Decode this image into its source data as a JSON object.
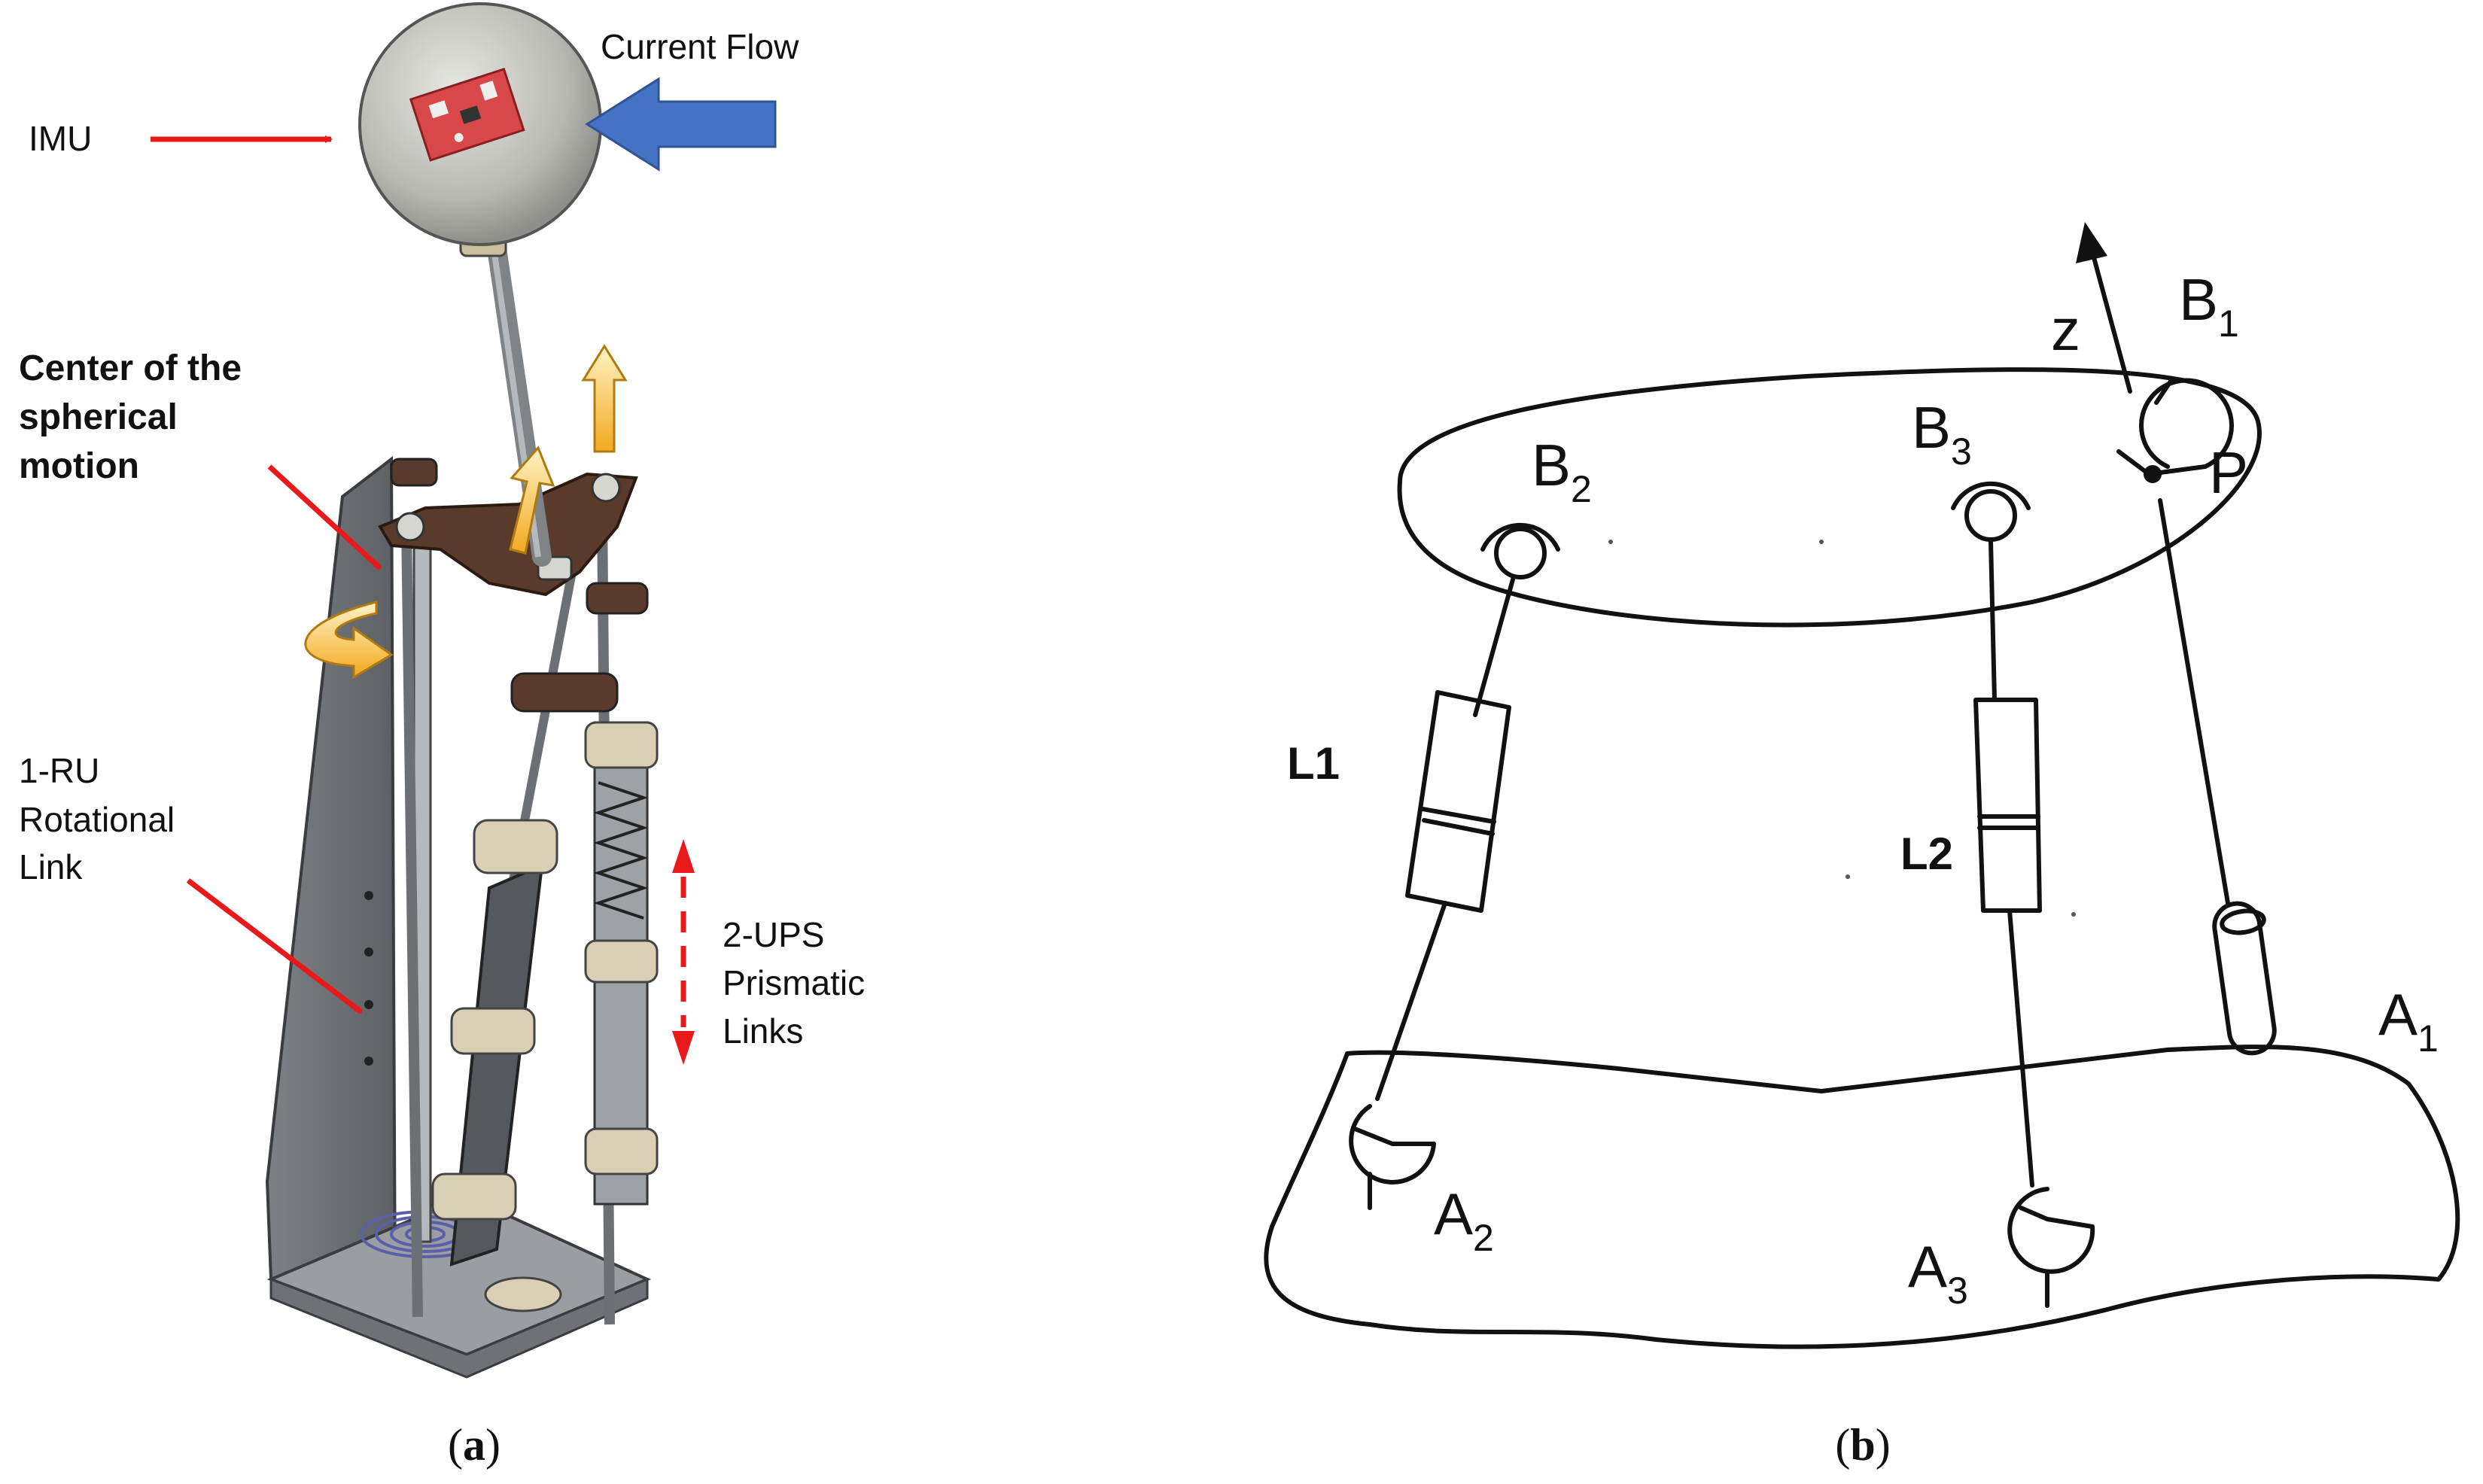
{
  "panel_a": {
    "labels": {
      "imu": "IMU",
      "current_flow": "Current Flow",
      "center_line1": "Center of the",
      "center_line2": "spherical",
      "center_line3": "motion",
      "ru_line1": "1-RU",
      "ru_line2": "Rotational",
      "ru_line3": "Link",
      "ups_line1": "2-UPS",
      "ups_line2": "Prismatic",
      "ups_line3": "Links"
    },
    "caption": {
      "open": "(",
      "letter": "a",
      "close": ")"
    },
    "colors": {
      "annotation_arrow": "#e8191a",
      "flow_arrow": "#4472c4",
      "motion_arrow": "#f5b631",
      "plate": "#5a3a2a",
      "frame": "#808386",
      "sphere": "#c7c7c2"
    }
  },
  "panel_b": {
    "labels": {
      "z": "z",
      "b1": "B",
      "b1_sub": "1",
      "b2": "B",
      "b2_sub": "2",
      "b3": "B",
      "b3_sub": "3",
      "p": "P",
      "l1": "L1",
      "l2": "L2",
      "a1": "A",
      "a1_sub": "1",
      "a2": "A",
      "a2_sub": "2",
      "a3": "A",
      "a3_sub": "3"
    },
    "caption": {
      "open": "(",
      "letter": "b",
      "close": ")"
    }
  }
}
